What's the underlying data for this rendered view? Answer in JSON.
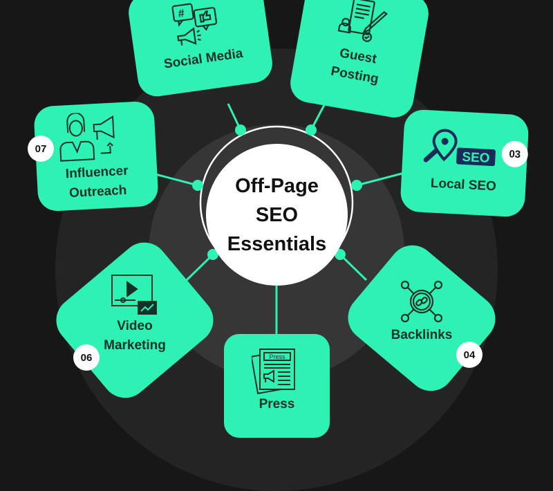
{
  "hub": {
    "title": "Off-Page\nSEO\nEssentials"
  },
  "items": [
    {
      "label": "Social Media",
      "icon": "social-media-icon",
      "badge": ""
    },
    {
      "label": "Guest\nPosting",
      "icon": "guest-posting-icon",
      "badge": ""
    },
    {
      "label": "Local SEO",
      "icon": "local-seo-icon",
      "badge": "03",
      "icon_text": "SEO"
    },
    {
      "label": "Backlinks",
      "icon": "backlinks-icon",
      "badge": "04"
    },
    {
      "label": "Press",
      "icon": "press-icon",
      "badge": "",
      "icon_text": "Press"
    },
    {
      "label": "Video\nMarketing",
      "icon": "video-marketing-icon",
      "badge": "06"
    },
    {
      "label": "Influencer\nOutreach",
      "icon": "influencer-outreach-icon",
      "badge": "07"
    }
  ],
  "colors": {
    "accent": "#2ef2b4",
    "background": "#171717",
    "ring_outer": "#242424",
    "ring_mid": "#363636",
    "text_dark": "#123129",
    "hub": "#ffffff"
  }
}
